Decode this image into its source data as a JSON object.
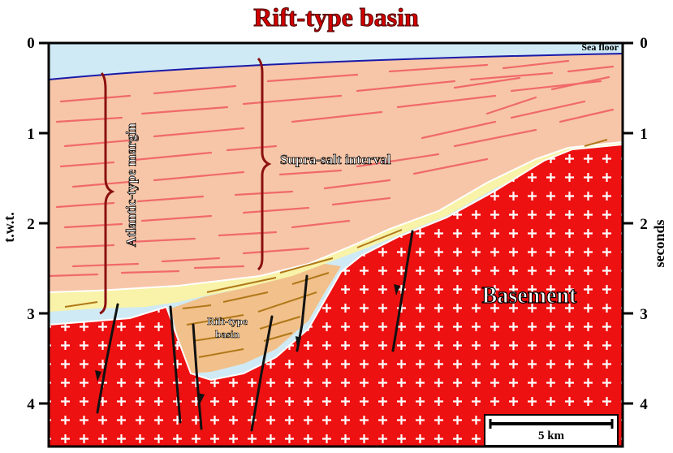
{
  "title": "Rift-type basin",
  "axis_left_label": "t.w.t.",
  "axis_right_label": "seconds",
  "ticks": [
    "0",
    "1",
    "2",
    "3",
    "4"
  ],
  "labels": {
    "sea_floor": "Sea floor",
    "supra_salt": "Supra-salt interval",
    "atlantic_margin": "Atlantic-type margin",
    "rift_basin_line1": "Rift-type",
    "rift_basin_line2": "basin",
    "basement": "Basement",
    "scale_bar": "5 km"
  },
  "colors": {
    "title_red": "#d40000",
    "water": "#cfeaf5",
    "supra_salt_fill": "#f7c6a8",
    "reflector_lines": "#f06a6a",
    "salt_layer": "#f8f3a8",
    "rift_basin_fill": "#f2c08a",
    "basement_red": "#ee1111",
    "fault_lines": "#111111",
    "brace_color": "#8b1010",
    "sea_floor_line": "#1a1aa8"
  }
}
